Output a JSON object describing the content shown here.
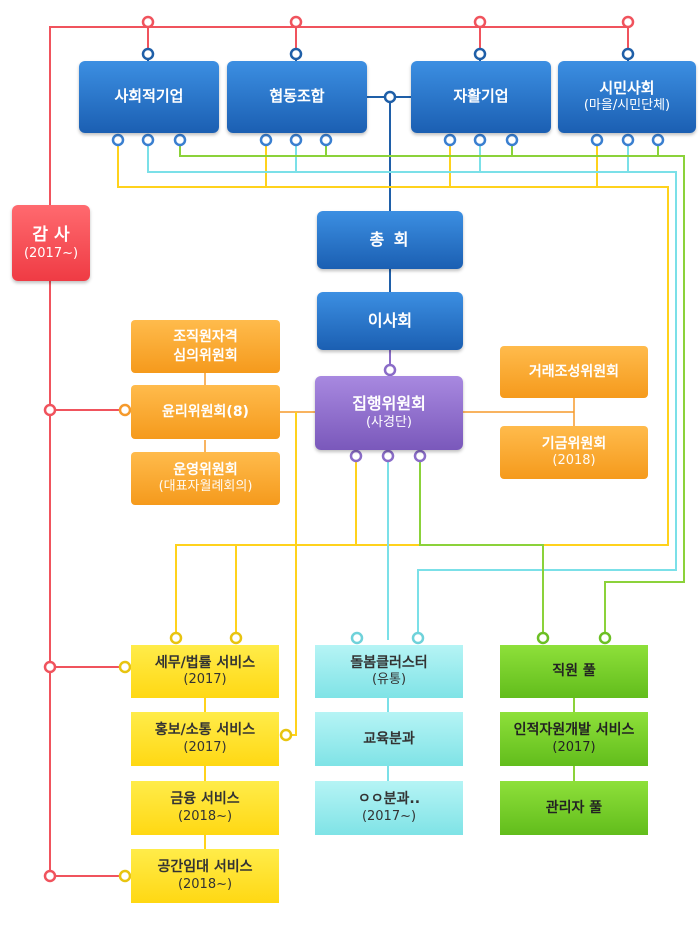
{
  "members": {
    "social_enterprise": "사회적기업",
    "cooperative": "협동조합",
    "self_sufficiency": "자활기업",
    "civil_society": "시민사회",
    "civil_society_sub": "(마을/시민단체)"
  },
  "audit": {
    "title": "감 사",
    "sub": "(2017~)"
  },
  "general_assembly": "총 회",
  "board": "이사회",
  "executive": {
    "title": "집행위원회",
    "sub": "(사경단)"
  },
  "committees_left": [
    {
      "title": "조직원자격",
      "sub": "심의위원회"
    },
    {
      "title": "윤리위원회(8)",
      "sub": ""
    },
    {
      "title": "운영위원회",
      "sub": "(대표자월례회의)"
    }
  ],
  "committees_right": [
    {
      "title": "거래조성위원회",
      "sub": ""
    },
    {
      "title": "기금위원회",
      "sub": "(2018)"
    }
  ],
  "services": [
    {
      "title": "세무/법률 서비스",
      "sub": "(2017)"
    },
    {
      "title": "홍보/소통 서비스",
      "sub": "(2017)"
    },
    {
      "title": "금융 서비스",
      "sub": "(2018~)"
    },
    {
      "title": "공간임대 서비스",
      "sub": "(2018~)"
    }
  ],
  "clusters": [
    {
      "title": "돌봄클러스터",
      "sub": "(유통)"
    },
    {
      "title": "교육분과",
      "sub": ""
    },
    {
      "title": "ㅇㅇ분과..",
      "sub": "(2017~)"
    }
  ],
  "staff": [
    {
      "title": "직원 풀",
      "sub": ""
    },
    {
      "title": "인적자원개발 서비스",
      "sub": "(2017)"
    },
    {
      "title": "관리자 풀",
      "sub": ""
    }
  ],
  "colors": {
    "audit_line": "#f0535d",
    "blue_line": "#1f5fa8",
    "purple_line": "#8a6cc8",
    "orange_line": "#f59a2c",
    "yellow_line": "#ffd21c",
    "cyan_line": "#7be0e8",
    "green_line": "#8bd23a"
  }
}
